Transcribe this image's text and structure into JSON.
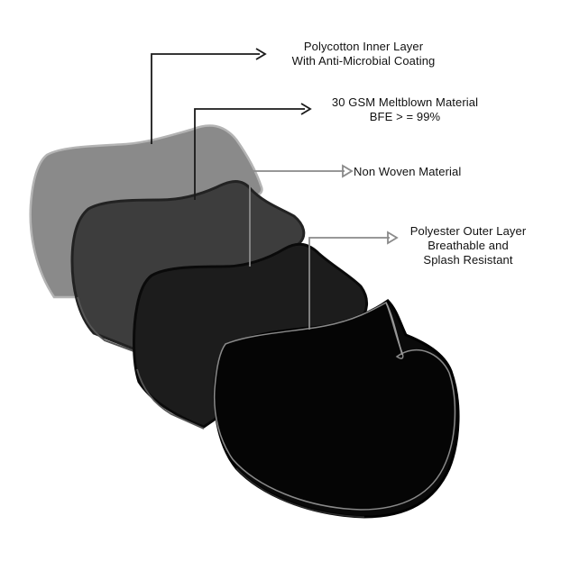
{
  "layers": [
    {
      "key": "inner",
      "fill": "#8a8a8a",
      "edge": "#6f6f6f",
      "lines": [
        "Polycotton Inner Layer",
        "With Anti-Microbial Coating"
      ],
      "leader_color": "#1a1a1a"
    },
    {
      "key": "meltblown",
      "fill": "#3d3d3d",
      "edge": "#262626",
      "lines": [
        "30 GSM Meltblown Material",
        "BFE > = 99%"
      ],
      "leader_color": "#1a1a1a"
    },
    {
      "key": "nonwoven",
      "fill": "#1c1c1c",
      "edge": "#0c0c0c",
      "lines": [
        "Non Woven Material"
      ],
      "leader_color": "#8a8a8a"
    },
    {
      "key": "outer",
      "fill": "#050505",
      "edge": "#000000",
      "lines": [
        "Polyester Outer Layer",
        "Breathable and",
        "Splash Resistant"
      ],
      "leader_color": "#8a8a8a"
    }
  ]
}
